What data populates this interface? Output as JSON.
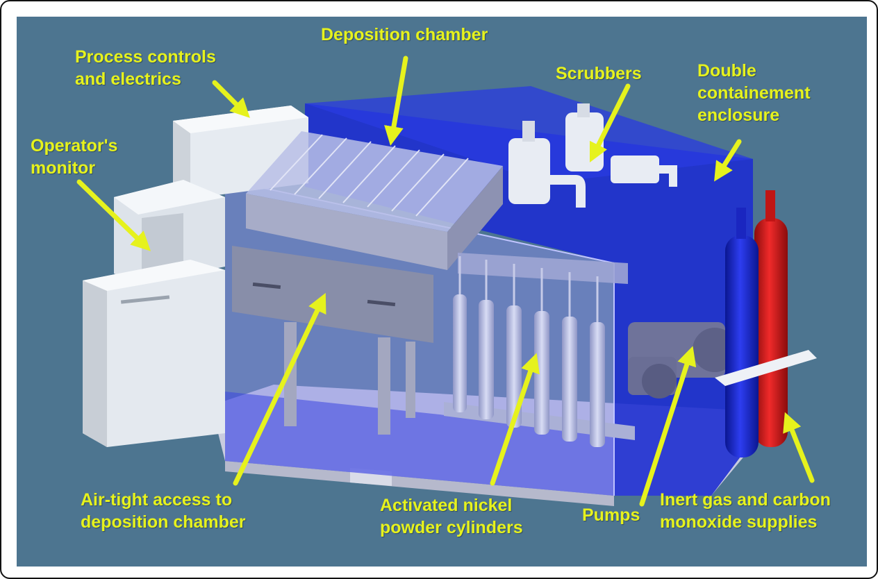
{
  "colors": {
    "background": "#4d7590",
    "label": "#e6f21d",
    "arrow": "#e6f21d",
    "enclosure": "#1e2fd0",
    "cabinet": "#e9eef3",
    "inert_gas_cylinder": "#1526c8",
    "co_cylinder": "#d81616"
  },
  "labels": {
    "deposition_chamber": "Deposition chamber",
    "process_controls": "Process controls\nand electrics",
    "scrubbers": "Scrubbers",
    "double_containment": "Double\ncontainement\nenclosure",
    "operators_monitor": "Operator's\nmonitor",
    "air_tight_access": "Air-tight access to\ndeposition chamber",
    "nickel_cylinders": "Activated nickel\npowder cylinders",
    "pumps": "Pumps",
    "gas_supplies": "Inert gas and carbon\nmonoxide supplies"
  },
  "icons": {
    "arrow": "arrow-icon"
  }
}
